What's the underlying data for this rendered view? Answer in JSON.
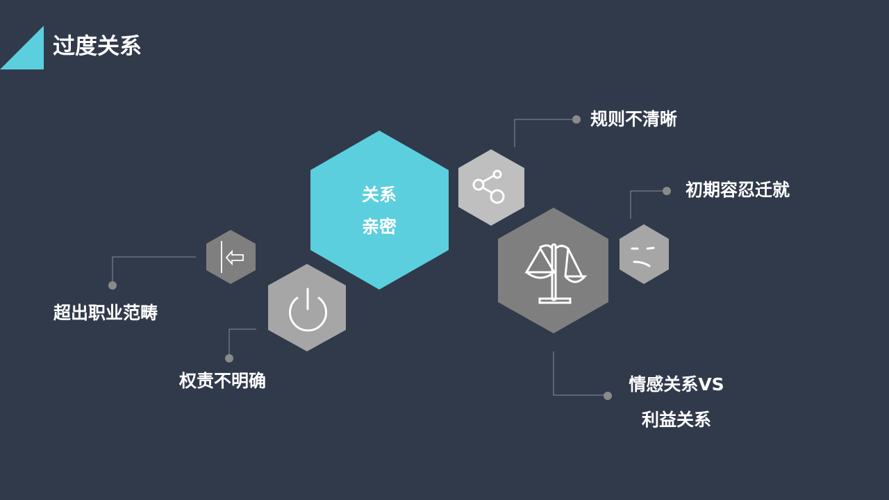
{
  "slide": {
    "title": "过度关系",
    "center": {
      "line1": "关系",
      "line2": "亲密"
    },
    "labels": {
      "rules": "规则不清晰",
      "tolerance": "初期容忍迁就",
      "beyond_scope": "超出职业范畴",
      "unclear_duty": "权责不明确",
      "emotion_line1": "情感关系VS",
      "emotion_line2": "利益关系"
    },
    "icons": [
      "share-icon",
      "scale-icon",
      "face-icon",
      "exit-icon",
      "power-icon"
    ],
    "colors": {
      "background": "#303a4b",
      "accent": "#5bcfdd",
      "dark_gray": "#7f7f7f",
      "mid_gray": "#a6a6a6",
      "light_gray": "#bfbfbf"
    }
  }
}
